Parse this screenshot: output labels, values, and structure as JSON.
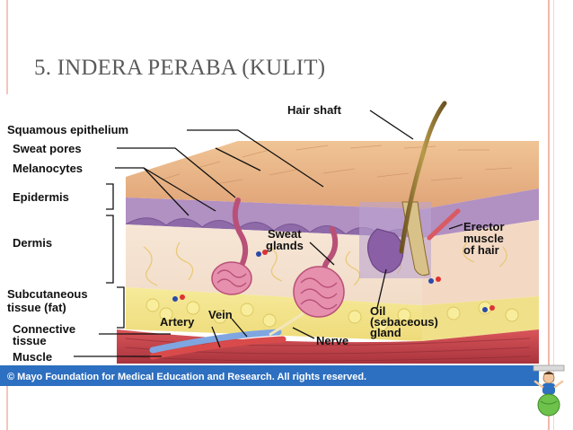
{
  "slide": {
    "title": "5. INDERA PERABA (KULIT)"
  },
  "figure": {
    "labels": {
      "squamous": "Squamous epithelium",
      "sweat_pores": "Sweat pores",
      "melanocytes": "Melanocytes",
      "epidermis": "Epidermis",
      "dermis": "Dermis",
      "subcutaneous_1": "Subcutaneous",
      "subcutaneous_2": "tissue (fat)",
      "connective_1": "Connective",
      "connective_2": "tissue",
      "muscle": "Muscle",
      "artery": "Artery",
      "vein": "Vein",
      "nerve": "Nerve",
      "hair_shaft": "Hair shaft",
      "sweat_glands_1": "Sweat",
      "sweat_glands_2": "glands",
      "erector_1": "Erector",
      "erector_2": "muscle",
      "erector_3": "of hair",
      "oil_1": "Oil",
      "oil_2": "(sebaceous)",
      "oil_3": "gland"
    },
    "credit": "© Mayo Foundation for Medical Education and Research.  All rights reserved."
  },
  "colors": {
    "title": "#5a5a5a",
    "frame": "#f2b8ac",
    "credit_bar": "#2d6fc0"
  }
}
